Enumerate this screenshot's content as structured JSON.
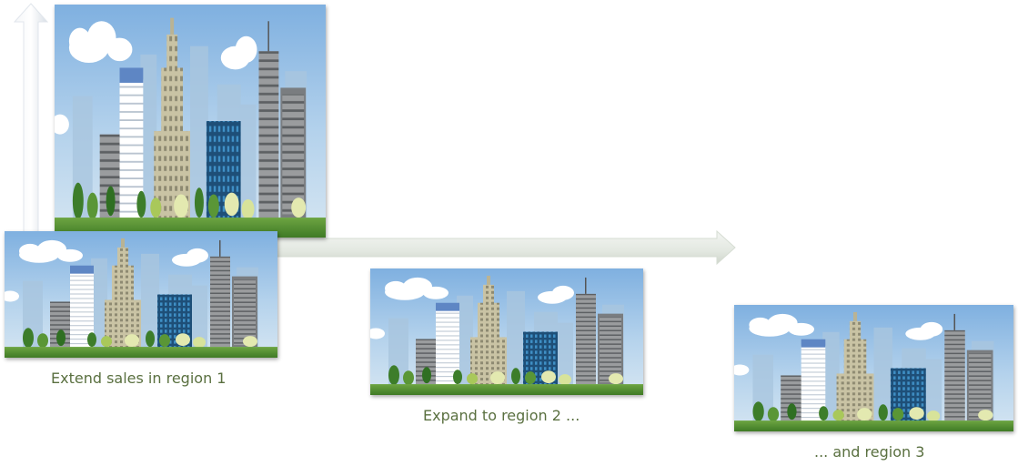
{
  "captions": {
    "region1": "Extend sales in region 1",
    "region2": "Expand to region 2 ...",
    "region3": "... and region 3"
  },
  "colors": {
    "caption": "#5a7040",
    "sky_top": "#7fb0e0",
    "ground": "#4f8a2e",
    "arrow": "#e6ece4"
  }
}
